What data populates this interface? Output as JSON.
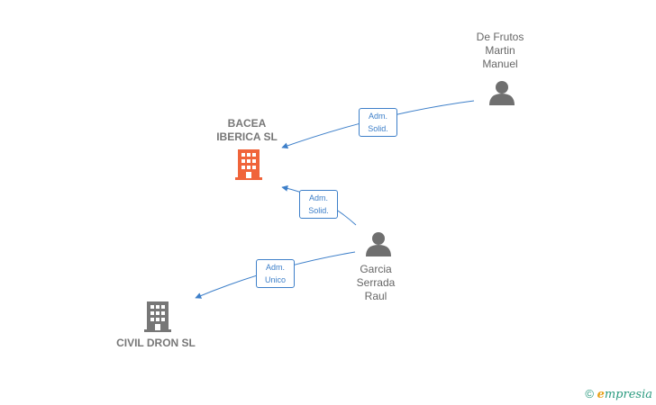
{
  "nodes": {
    "de_frutos": {
      "label": "De Frutos\nMartin\nManuel",
      "type": "person"
    },
    "bacea": {
      "label": "BACEA\nIBERICA  SL",
      "type": "company-main"
    },
    "garcia": {
      "label": "Garcia\nSerrada\nRaul",
      "type": "person"
    },
    "civil_dron": {
      "label": "CIVIL DRON  SL",
      "type": "company"
    }
  },
  "edges": [
    {
      "from": "de_frutos",
      "to": "bacea",
      "label": "Adm.\nSolid."
    },
    {
      "from": "garcia",
      "to": "bacea",
      "label": "Adm.\nSolid."
    },
    {
      "from": "garcia",
      "to": "civil_dron",
      "label": "Adm.\nUnico"
    }
  ],
  "colors": {
    "edge": "#3d7fc9",
    "person_icon": "#6f6f6f",
    "company_main_icon": "#f0643a",
    "company_icon": "#777777"
  },
  "brand": {
    "copyright": "©",
    "e": "e",
    "rest": "mpresia"
  }
}
